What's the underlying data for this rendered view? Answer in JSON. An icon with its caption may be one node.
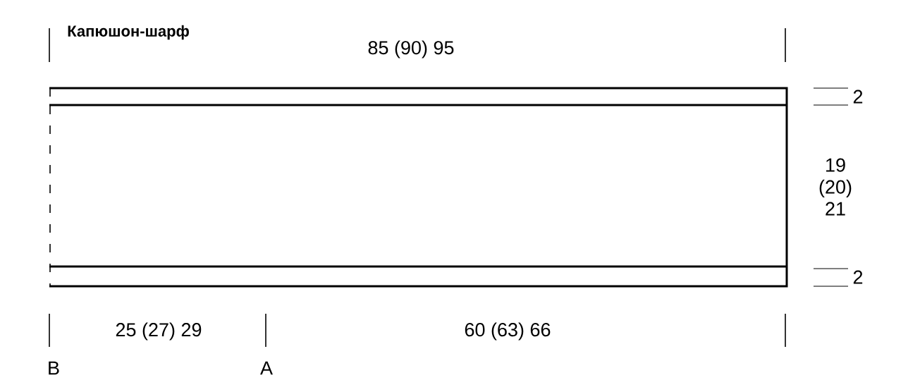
{
  "diagram": {
    "title": "Капюшон-шарф",
    "labels": [
      "85 (90) 95",
      "2",
      "19 (20) 21",
      "2",
      "25 (27) 29",
      "60 (63) 66",
      "В",
      "А"
    ]
  }
}
